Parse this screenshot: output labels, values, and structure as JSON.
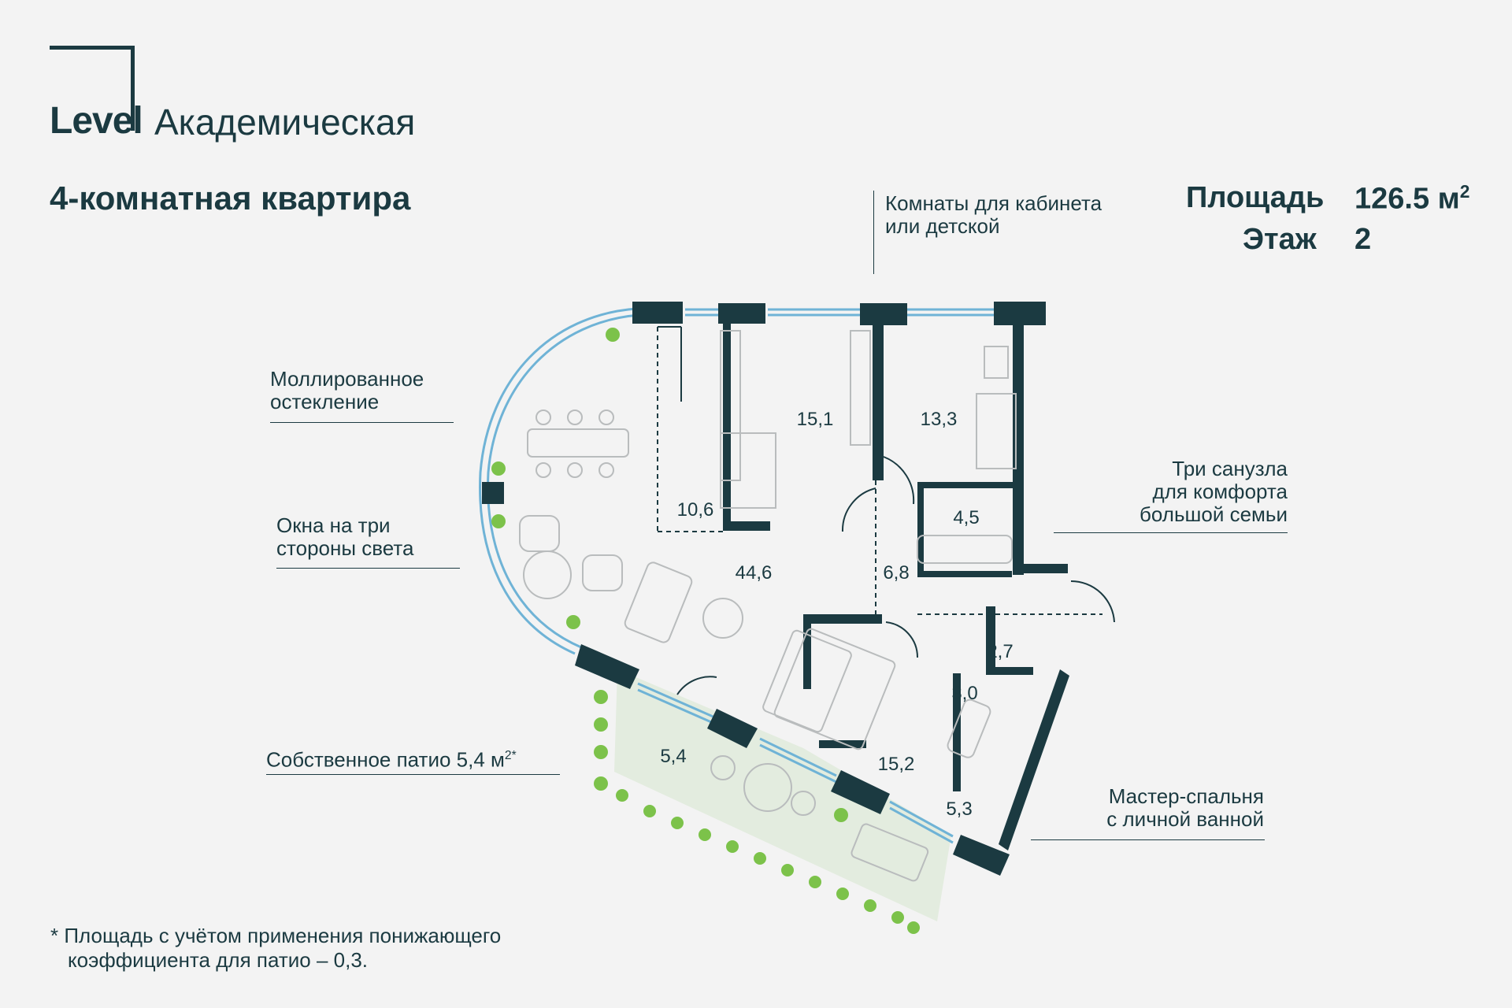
{
  "brand": {
    "word": "Level",
    "project": "Академическая"
  },
  "title": "4-комнатная квартира",
  "info": {
    "area_label": "Площадь",
    "area_value": "126.5 м",
    "area_unit_sup": "2",
    "floor_label": "Этаж",
    "floor_value": "2"
  },
  "callouts": {
    "study": [
      "Комнаты для кабинета",
      "или детской"
    ],
    "glazing": [
      "Моллированное",
      "остекление"
    ],
    "windows": [
      "Окна на три",
      "стороны света"
    ],
    "patio": "Собственное патио 5,4 м",
    "patio_sup": "2*",
    "baths": [
      "Три санузла",
      "для комфорта",
      "большой семьи"
    ],
    "master": [
      "Мастер-спальня",
      "с личной ванной"
    ]
  },
  "rooms": {
    "kitchen": "10,6",
    "bedroom1": "15,1",
    "bedroom2": "13,3",
    "bath1": "4,5",
    "living": "44,6",
    "hall": "6,8",
    "storage": "2,7",
    "bath2": "3,0",
    "patio": "5,4",
    "master": "15,2",
    "bath3": "5,3"
  },
  "footnote": [
    "* Площадь с учётом применения понижающего",
    "коэффициента для патио – 0,3."
  ],
  "colors": {
    "ink": "#1b3a41",
    "glass": "#6fb3d6",
    "patio_fill": "#e3ecdf",
    "plant": "#7cc24a",
    "furniture": "#b9bcbd"
  }
}
